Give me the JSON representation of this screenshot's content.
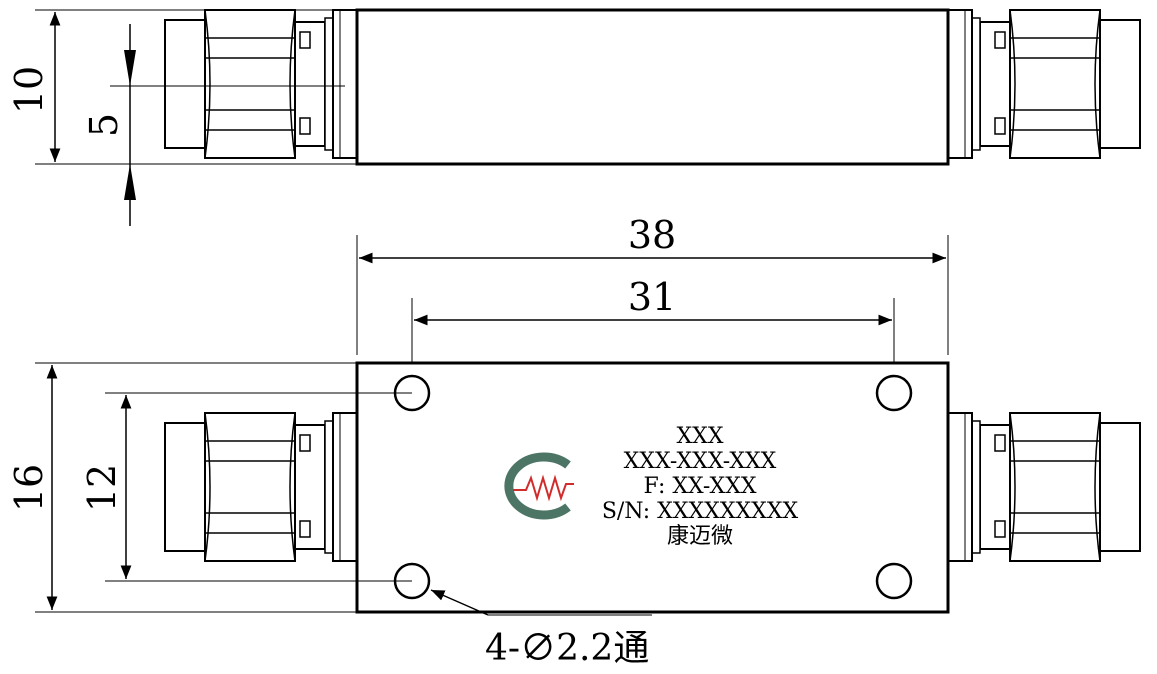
{
  "dimensions": {
    "height_side": "10",
    "pin_offset": "5",
    "overall_length": "38",
    "hole_spacing_x": "31",
    "overall_width": "16",
    "hole_spacing_y": "12"
  },
  "label": {
    "line1": "XXX",
    "line2": "XXX-XXX-XXX",
    "line3": "F: XX-XXX",
    "line4": "S/N: XXXXXXXXX",
    "line5": "康迈微"
  },
  "callout": {
    "holes": "4-∅2.2通"
  },
  "colors": {
    "logo_ring": "#4d7565",
    "logo_wave": "#d12b2b"
  }
}
